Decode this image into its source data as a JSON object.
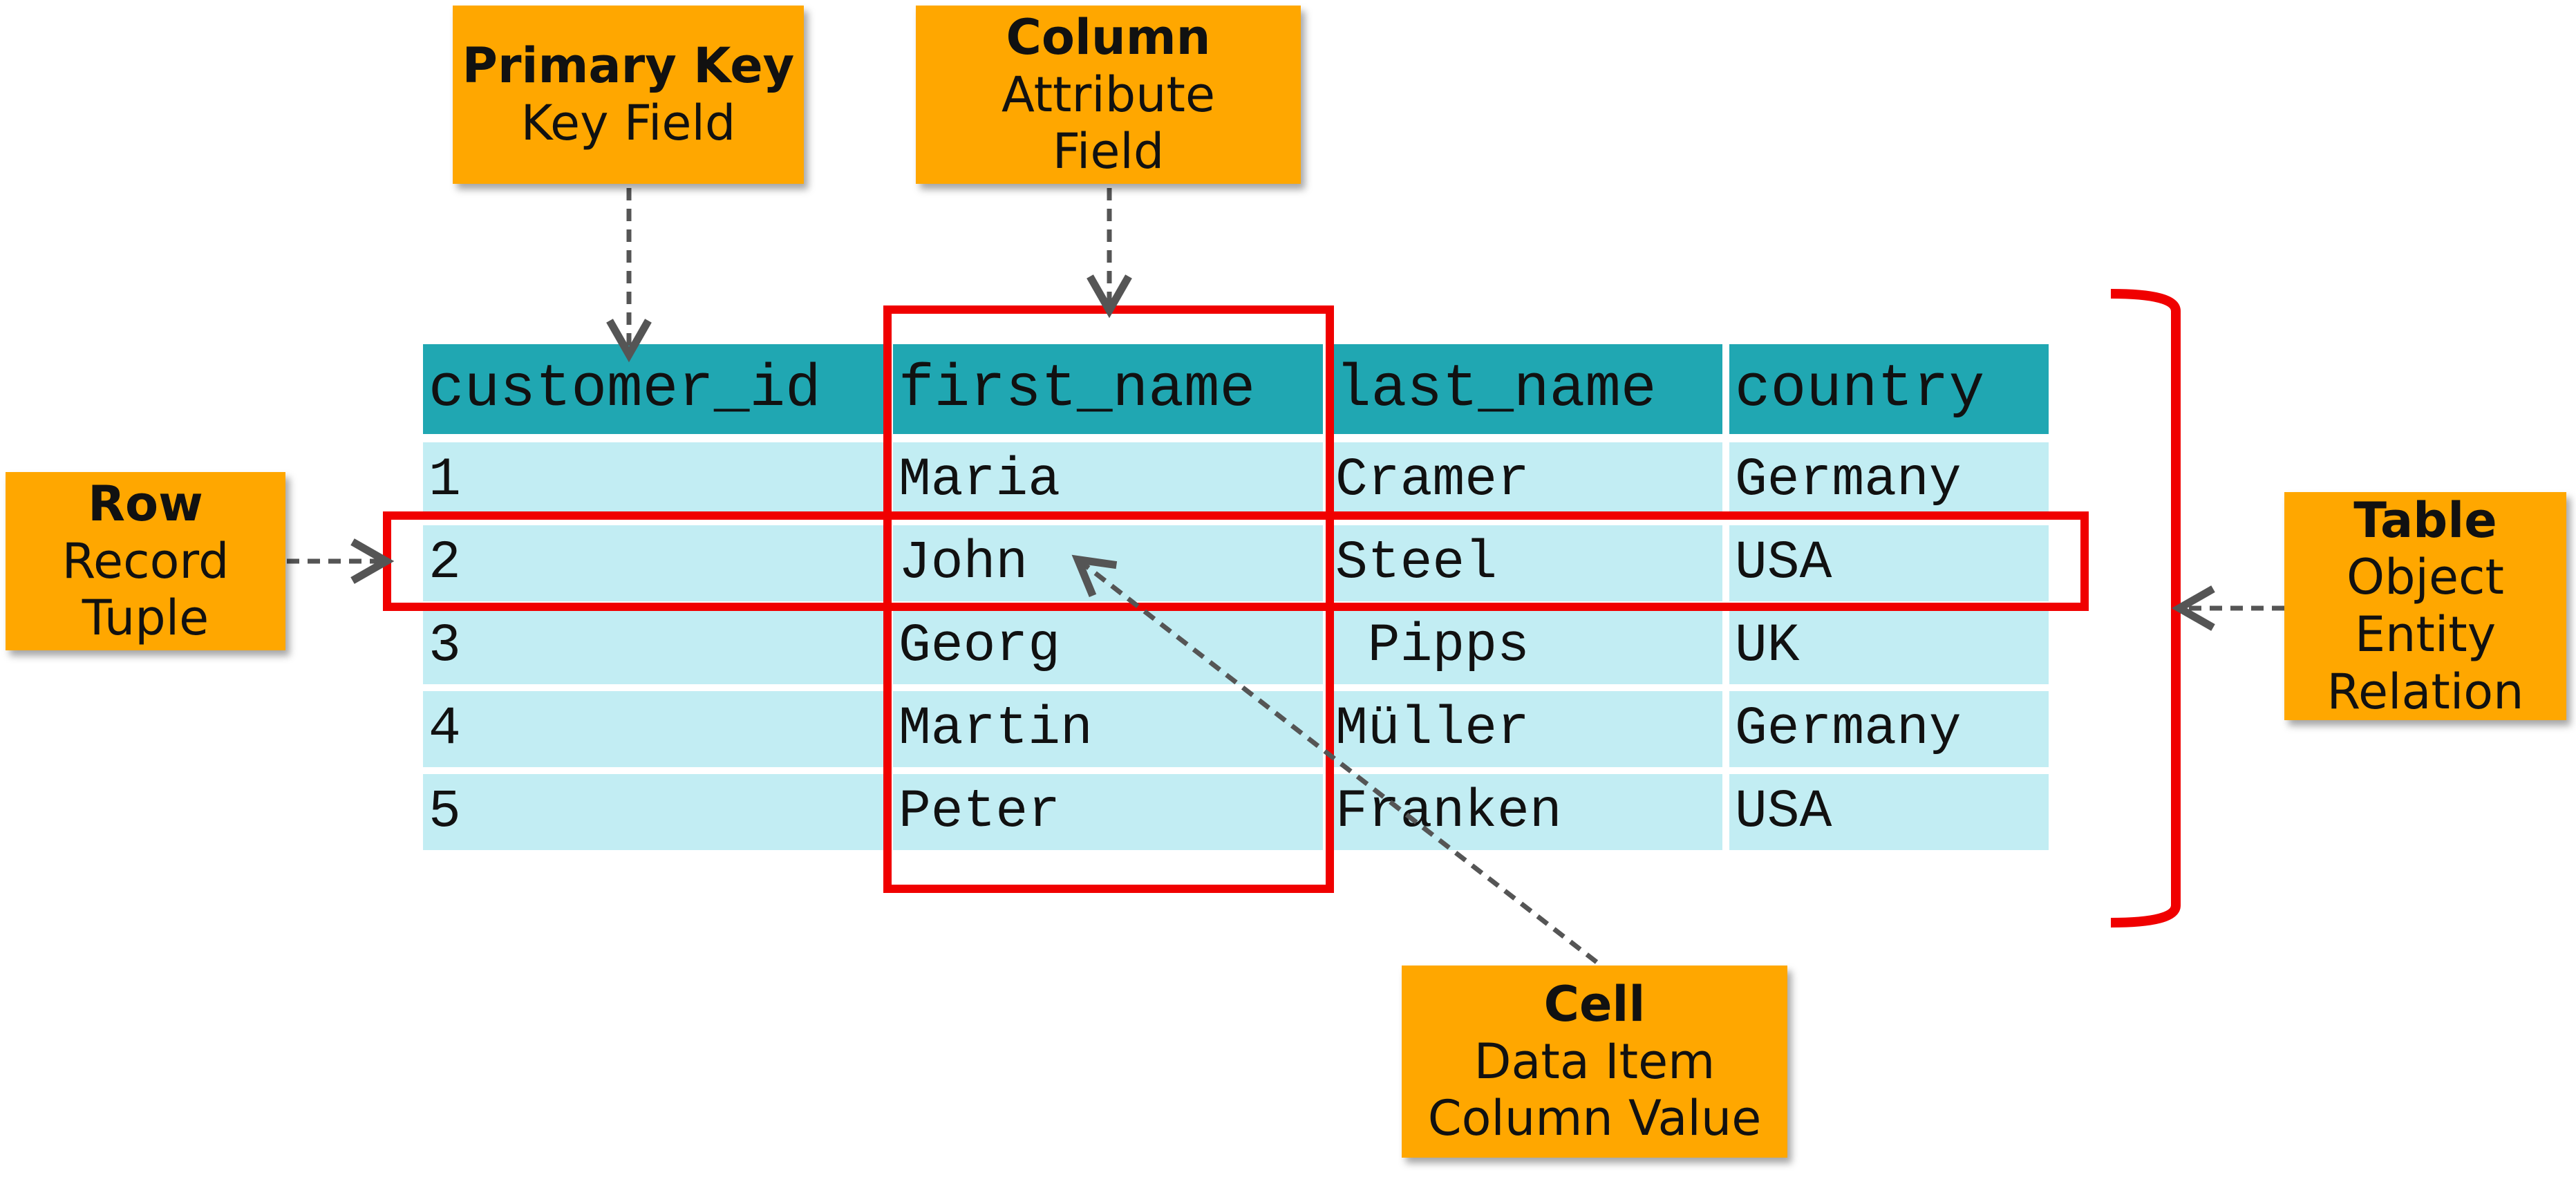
{
  "table": {
    "columns": [
      "customer_id",
      "first_name",
      "last_name",
      "country"
    ],
    "rows": [
      [
        "1",
        "Maria",
        "Cramer",
        "Germany"
      ],
      [
        "2",
        "John",
        "Steel",
        "USA"
      ],
      [
        "3",
        "Georg",
        " Pipps",
        "UK"
      ],
      [
        "4",
        "Martin",
        "Müller",
        "Germany"
      ],
      [
        "5",
        "Peter",
        "Franken",
        "USA"
      ]
    ]
  },
  "callouts": {
    "primary_key": {
      "title": "Primary Key",
      "lines": [
        "Key Field"
      ]
    },
    "column": {
      "title": "Column",
      "lines": [
        "Attribute",
        "Field"
      ]
    },
    "row": {
      "title": "Row",
      "lines": [
        "Record",
        "Tuple"
      ]
    },
    "table": {
      "title": "Table",
      "lines": [
        "Object",
        "Entity",
        "Relation"
      ]
    },
    "cell": {
      "title": "Cell",
      "lines": [
        "Data Item",
        "Column Value"
      ]
    }
  },
  "colors": {
    "callout_fill": "#FFA700",
    "header_fill": "#20A7B2",
    "row_fill": "#C2EDF3",
    "highlight": "#F00000",
    "arrow": "#555555"
  }
}
